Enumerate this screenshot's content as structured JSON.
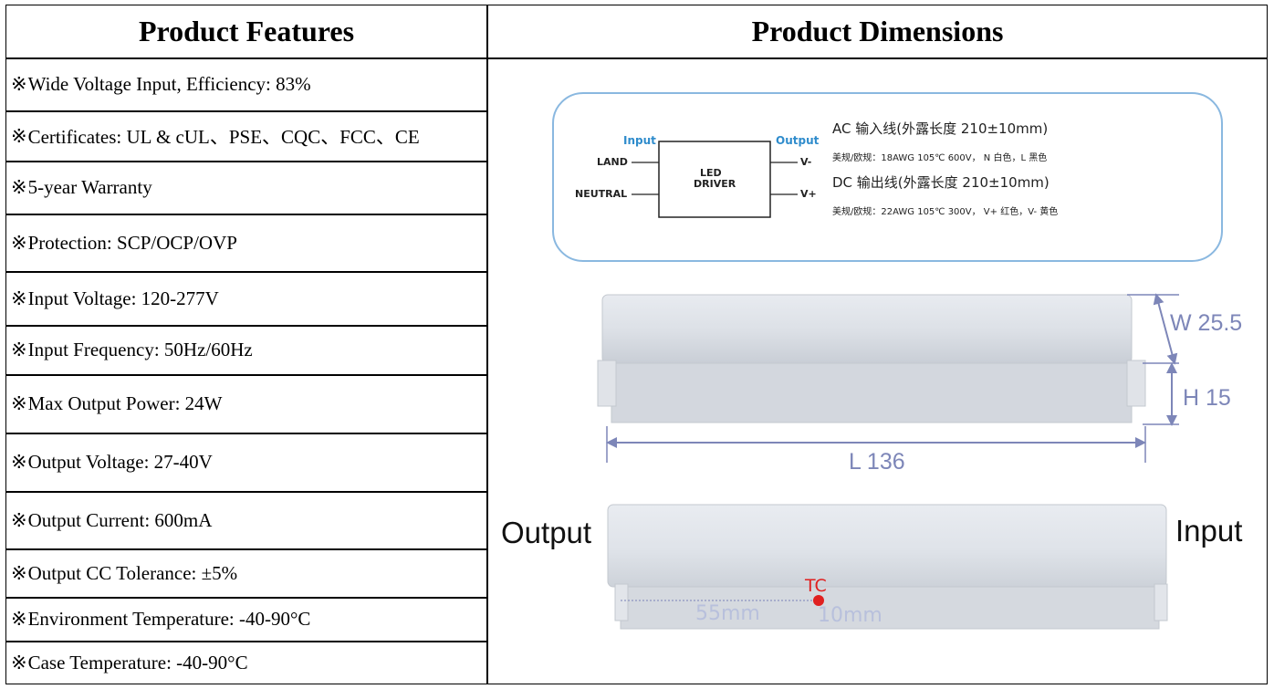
{
  "headers": {
    "features": "Product Features",
    "dimensions": "Product Dimensions"
  },
  "features": [
    "Wide Voltage Input, Efficiency: 83%",
    "Certificates: UL & cUL、PSE、CQC、FCC、CE",
    "5-year Warranty",
    "Protection: SCP/OCP/OVP",
    "Input Voltage: 120-277V",
    "Input Frequency: 50Hz/60Hz",
    "Max Output Power: 24W",
    "Output Voltage: 27-40V",
    "Output Current: 600mA",
    "Output CC Tolerance: ±5%",
    "Environment Temperature: -40-90°C",
    "Case Temperature: -40-90°C"
  ],
  "feature_marker": "※",
  "diagram": {
    "input_label": "Input",
    "output_label": "Output",
    "land": "LAND",
    "neutral": "NEUTRAL",
    "driver_line1": "LED",
    "driver_line2": "DRIVER",
    "v_minus": "V-",
    "v_plus": "V+",
    "ac_title": "AC  输入线(外露长度 210±10mm)",
    "ac_spec": "美规/欧规：18AWG 105℃  600V，  N 白色，L 黑色",
    "dc_title": "DC  输出线(外露长度 210±10mm)",
    "dc_spec": "美规/欧规：22AWG 105℃  300V，  V+ 红色，V- 黄色"
  },
  "dimensions": {
    "width": "W 25.5",
    "height": "H 15",
    "length": "L 136"
  },
  "bottom_view": {
    "output": "Output",
    "input": "Input",
    "tc": "TC",
    "dist_left": "55mm",
    "dist_right": "10mm"
  },
  "colors": {
    "diagram_border": "#8ab8e0",
    "io_label": "#2f8ccc",
    "dim_arrow": "#7d86b8",
    "tc_red": "#e02020"
  }
}
